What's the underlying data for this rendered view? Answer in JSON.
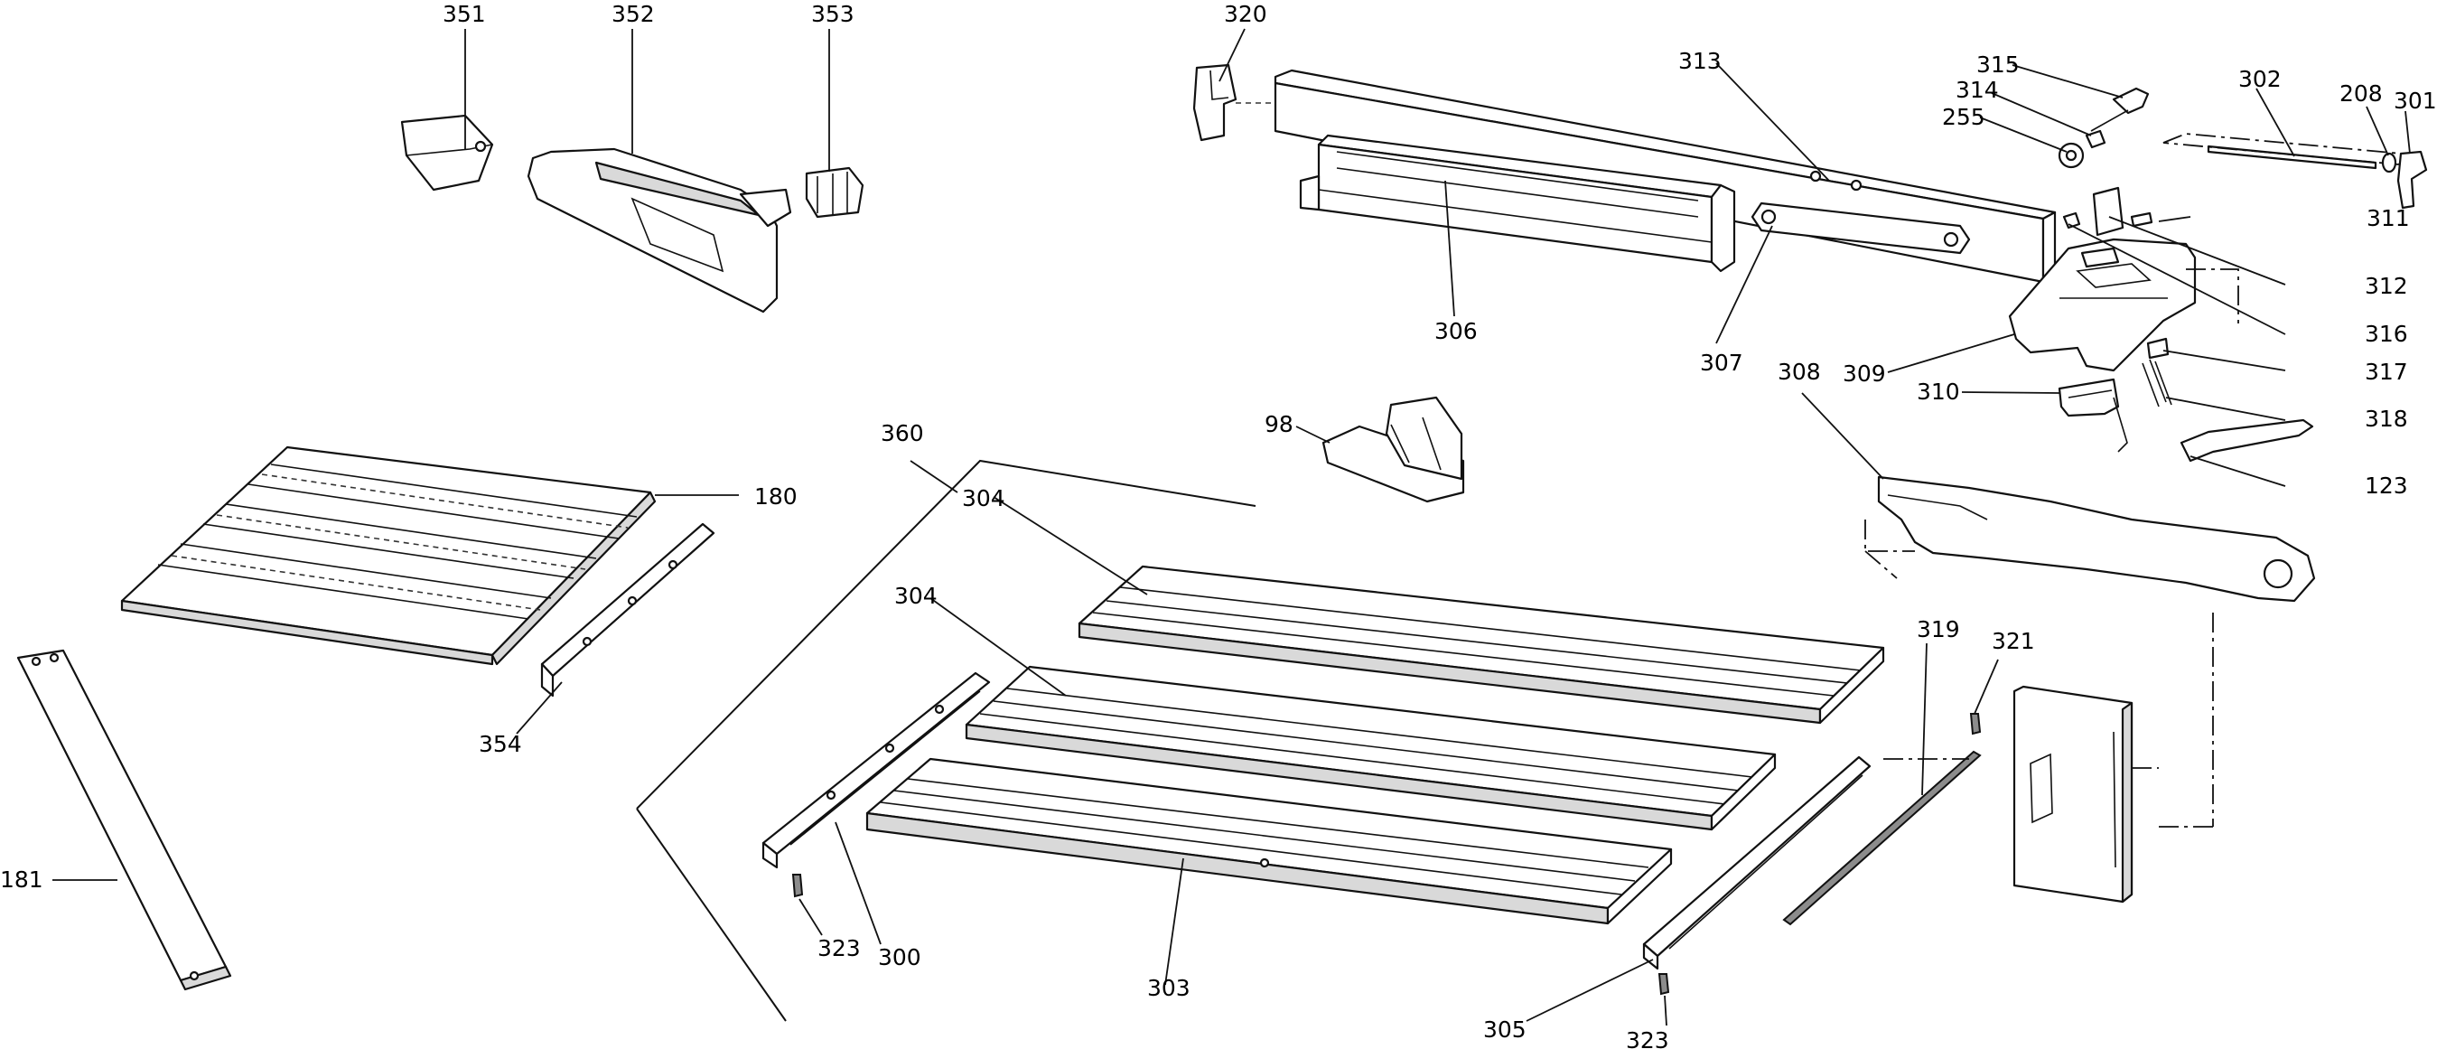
{
  "callouts": {
    "c351": "351",
    "c352": "352",
    "c353": "353",
    "c320": "320",
    "c313": "313",
    "c315": "315",
    "c314": "314",
    "c255": "255",
    "c302": "302",
    "c208": "208",
    "c301": "301",
    "c311": "311",
    "c312": "312",
    "c316": "316",
    "c317": "317",
    "c318": "318",
    "c123": "123",
    "c306": "306",
    "c307": "307",
    "c309": "309",
    "c310": "310",
    "c308": "308",
    "c98": "98",
    "c360": "360",
    "c304a": "304",
    "c304b": "304",
    "c180": "180",
    "c354": "354",
    "c181": "181",
    "c319": "319",
    "c321": "321",
    "c323a": "323",
    "c300": "300",
    "c303": "303",
    "c305": "305",
    "c323b": "323"
  },
  "colors": {
    "line": "#111111",
    "part_fill": "#ffffff",
    "shaded_fill": "#d9d9d9",
    "dark_fill": "#8c8c8c",
    "background": "#ffffff"
  }
}
